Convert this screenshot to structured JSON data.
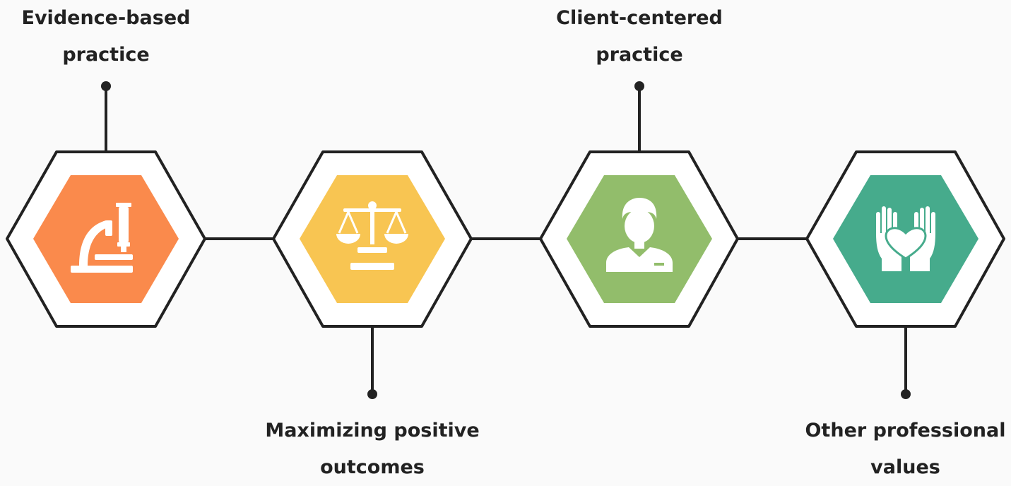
{
  "items": [
    {
      "label_lines": [
        "Evidence-based",
        "practice"
      ],
      "color": "#fa8a4c",
      "icon": "microscope-icon",
      "label_position": "top"
    },
    {
      "label_lines": [
        "Maximizing positive",
        "outcomes"
      ],
      "color": "#f8c552",
      "icon": "scales-icon",
      "label_position": "bottom"
    },
    {
      "label_lines": [
        "Client-centered",
        "practice"
      ],
      "color": "#92bd6b",
      "icon": "person-icon",
      "label_position": "top"
    },
    {
      "label_lines": [
        "Other professional",
        "values"
      ],
      "color": "#46ab8c",
      "icon": "hands-heart-icon",
      "label_position": "bottom"
    }
  ],
  "colors": {
    "outline": "#222222",
    "inner_ring": "#ffffff",
    "background": "#fafafa",
    "icon_fill": "#ffffff"
  }
}
